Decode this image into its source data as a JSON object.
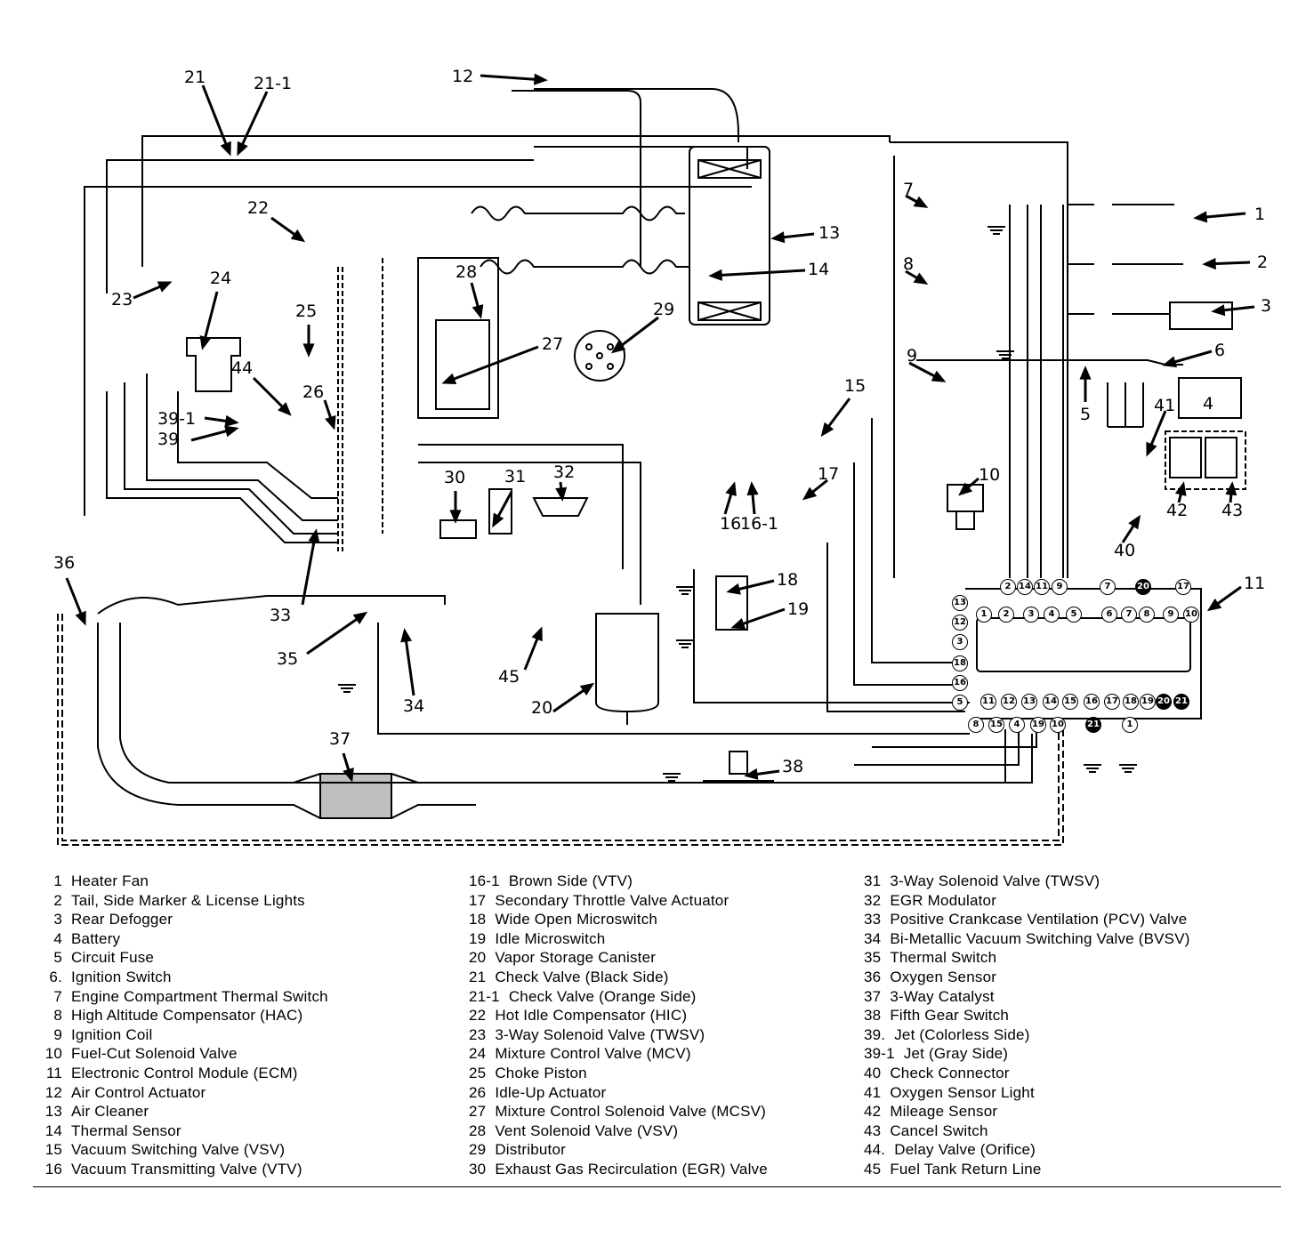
{
  "figure": {
    "type": "vacuum-and-wiring-schematic",
    "callouts": [
      {
        "id": "1",
        "label": "1"
      },
      {
        "id": "2",
        "label": "2"
      },
      {
        "id": "3",
        "label": "3"
      },
      {
        "id": "4",
        "label": "4"
      },
      {
        "id": "5",
        "label": "5"
      },
      {
        "id": "6",
        "label": "6"
      },
      {
        "id": "7",
        "label": "7"
      },
      {
        "id": "8",
        "label": "8"
      },
      {
        "id": "9",
        "label": "9"
      },
      {
        "id": "10",
        "label": "10"
      },
      {
        "id": "11",
        "label": "11"
      },
      {
        "id": "12",
        "label": "12"
      },
      {
        "id": "13",
        "label": "13"
      },
      {
        "id": "14",
        "label": "14"
      },
      {
        "id": "15",
        "label": "15"
      },
      {
        "id": "16",
        "label": "16"
      },
      {
        "id": "16-1",
        "label": "16-1"
      },
      {
        "id": "17",
        "label": "17"
      },
      {
        "id": "18",
        "label": "18"
      },
      {
        "id": "19",
        "label": "19"
      },
      {
        "id": "20",
        "label": "20"
      },
      {
        "id": "21",
        "label": "21"
      },
      {
        "id": "21-1",
        "label": "21-1"
      },
      {
        "id": "22",
        "label": "22"
      },
      {
        "id": "23",
        "label": "23"
      },
      {
        "id": "24",
        "label": "24"
      },
      {
        "id": "25",
        "label": "25"
      },
      {
        "id": "26",
        "label": "26"
      },
      {
        "id": "27",
        "label": "27"
      },
      {
        "id": "28",
        "label": "28"
      },
      {
        "id": "29",
        "label": "29"
      },
      {
        "id": "30",
        "label": "30"
      },
      {
        "id": "31",
        "label": "31"
      },
      {
        "id": "32",
        "label": "32"
      },
      {
        "id": "33",
        "label": "33"
      },
      {
        "id": "34",
        "label": "34"
      },
      {
        "id": "35",
        "label": "35"
      },
      {
        "id": "36",
        "label": "36"
      },
      {
        "id": "37",
        "label": "37"
      },
      {
        "id": "38",
        "label": "38"
      },
      {
        "id": "39",
        "label": "39"
      },
      {
        "id": "39-1",
        "label": "39-1"
      },
      {
        "id": "40",
        "label": "40"
      },
      {
        "id": "41",
        "label": "41"
      },
      {
        "id": "42",
        "label": "42"
      },
      {
        "id": "43",
        "label": "43"
      },
      {
        "id": "44",
        "label": "44"
      },
      {
        "id": "45",
        "label": "45"
      }
    ],
    "ecm_connector": {
      "top_row_pins": [
        "1",
        "2",
        "3",
        "4",
        "5",
        "6",
        "7",
        "8",
        "9",
        "10"
      ],
      "bottom_row_pins": [
        "11",
        "12",
        "13",
        "14",
        "15",
        "16",
        "17",
        "18",
        "19",
        "20",
        "21"
      ],
      "top_harness_pins": [
        "2",
        "14",
        "11",
        "9",
        "7",
        "20",
        "17"
      ],
      "left_harness_pins": [
        "13",
        "12",
        "3",
        "18",
        "16",
        "5"
      ],
      "bottom_harness_pins": [
        "8",
        "15",
        "4",
        "19",
        "10",
        "21",
        "1"
      ]
    }
  },
  "legend": {
    "columns": [
      [
        {
          "num": "1",
          "text": "Heater Fan"
        },
        {
          "num": "2",
          "text": "Tail, Side Marker & License Lights"
        },
        {
          "num": "3",
          "text": "Rear Defogger"
        },
        {
          "num": "4",
          "text": "Battery"
        },
        {
          "num": "5",
          "text": "Circuit Fuse"
        },
        {
          "num": "6.",
          "text": "Ignition Switch"
        },
        {
          "num": "7",
          "text": "Engine Compartment Thermal Switch"
        },
        {
          "num": "8",
          "text": "High Altitude Compensator (HAC)"
        },
        {
          "num": "9",
          "text": "Ignition Coil"
        },
        {
          "num": "10",
          "text": "Fuel-Cut Solenoid Valve"
        },
        {
          "num": "11",
          "text": "Electronic Control Module (ECM)"
        },
        {
          "num": "12",
          "text": "Air Control Actuator"
        },
        {
          "num": "13",
          "text": "Air Cleaner"
        },
        {
          "num": "14",
          "text": "Thermal Sensor"
        },
        {
          "num": "15",
          "text": "Vacuum Switching Valve (VSV)"
        },
        {
          "num": "16",
          "text": "Vacuum Transmitting Valve (VTV)"
        }
      ],
      [
        {
          "num": "16-1",
          "text": "Brown Side (VTV)"
        },
        {
          "num": "17",
          "text": "Secondary Throttle Valve Actuator"
        },
        {
          "num": "18",
          "text": "Wide Open Microswitch"
        },
        {
          "num": "19",
          "text": "Idle Microswitch"
        },
        {
          "num": "20",
          "text": "Vapor Storage Canister"
        },
        {
          "num": "21",
          "text": "Check Valve (Black Side)"
        },
        {
          "num": "21-1",
          "text": "Check Valve (Orange Side)"
        },
        {
          "num": "22",
          "text": "Hot Idle Compensator (HIC)"
        },
        {
          "num": "23",
          "text": "3-Way Solenoid Valve (TWSV)"
        },
        {
          "num": "24",
          "text": "Mixture Control Valve (MCV)"
        },
        {
          "num": "25",
          "text": "Choke Piston"
        },
        {
          "num": "26",
          "text": "Idle-Up Actuator"
        },
        {
          "num": "27",
          "text": "Mixture Control Solenoid Valve (MCSV)"
        },
        {
          "num": "28",
          "text": "Vent Solenoid Valve (VSV)"
        },
        {
          "num": "29",
          "text": "Distributor"
        },
        {
          "num": "30",
          "text": "Exhaust Gas Recirculation (EGR) Valve"
        }
      ],
      [
        {
          "num": "31",
          "text": "3-Way Solenoid Valve (TWSV)"
        },
        {
          "num": "32",
          "text": "EGR Modulator"
        },
        {
          "num": "33",
          "text": "Positive Crankcase Ventilation (PCV) Valve"
        },
        {
          "num": "34",
          "text": "Bi-Metallic Vacuum Switching Valve (BVSV)"
        },
        {
          "num": "35",
          "text": "Thermal Switch"
        },
        {
          "num": "36",
          "text": "Oxygen Sensor"
        },
        {
          "num": "37",
          "text": "3-Way Catalyst"
        },
        {
          "num": "38",
          "text": "Fifth Gear Switch"
        },
        {
          "num": "39.",
          "text": "Jet (Colorless Side)"
        },
        {
          "num": "39-1",
          "text": "Jet (Gray Side)"
        },
        {
          "num": "40",
          "text": "Check Connector"
        },
        {
          "num": "41",
          "text": "Oxygen Sensor Light"
        },
        {
          "num": "42",
          "text": "Mileage Sensor"
        },
        {
          "num": "43",
          "text": "Cancel Switch"
        },
        {
          "num": "44.",
          "text": "Delay Valve (Orifice)"
        },
        {
          "num": "45",
          "text": "Fuel Tank Return Line"
        }
      ]
    ]
  }
}
